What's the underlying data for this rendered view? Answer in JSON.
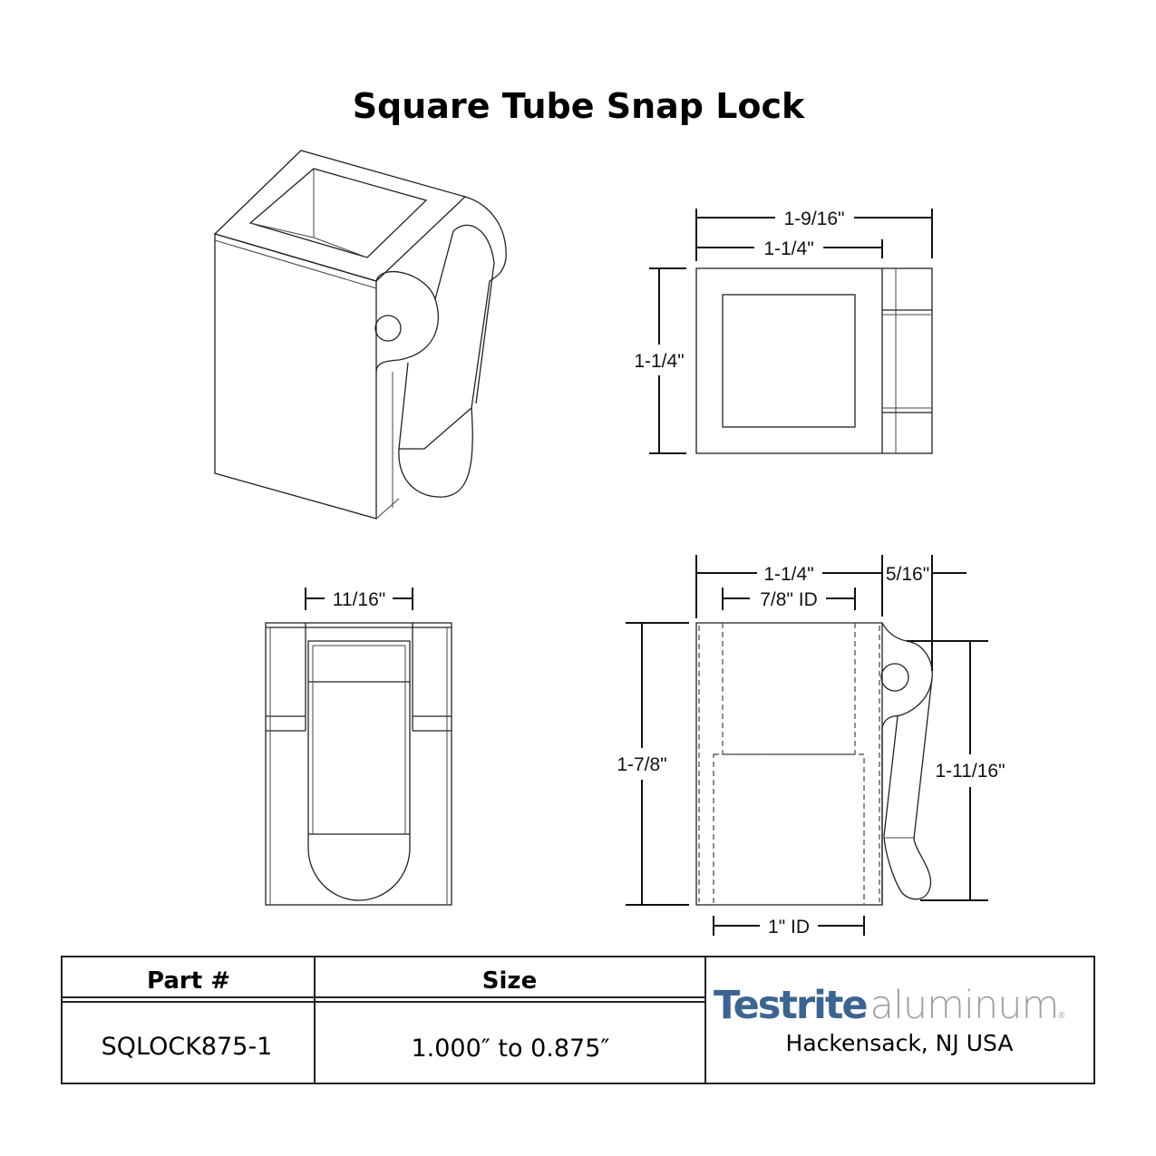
{
  "title": "Square Tube Snap Lock",
  "views": {
    "top": {
      "width_overall": "1-9/16\"",
      "width_body": "1-1/4\"",
      "height": "1-1/4\""
    },
    "rear": {
      "width": "11/16\""
    },
    "side": {
      "width_body": "1-1/4\"",
      "lever_offset": "5/16\"",
      "inner_top_id": "7/8\" ID",
      "inner_bottom_id": "1\" ID",
      "height": "1-7/8\"",
      "lever_height": "1-11/16\""
    }
  },
  "table": {
    "headers": [
      "Part #",
      "Size"
    ],
    "row": {
      "part": "SQLOCK875-1",
      "size": "1.000″ to 0.875″"
    }
  },
  "brand": {
    "name_bold": "Testrite",
    "name_light": "aluminum",
    "registered": "®",
    "location": "Hackensack, NJ USA",
    "color_primary": "#3d6491",
    "color_secondary": "#a0a0a0"
  }
}
